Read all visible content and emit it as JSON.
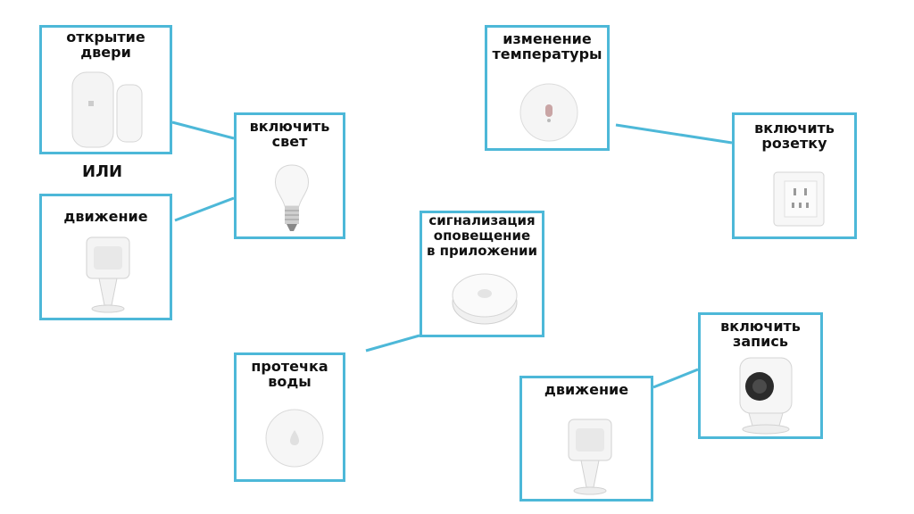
{
  "accent_color": "#4db8d8",
  "cards": {
    "door_open": {
      "label": "открытие\nдвери",
      "device_icon": "door-sensor-icon"
    },
    "motion_1": {
      "label": "движение",
      "device_icon": "motion-sensor-icon"
    },
    "light_on": {
      "label": "включить\nсвет",
      "device_icon": "light-bulb-icon"
    },
    "temp_change": {
      "label": "изменение\nтемпературы",
      "device_icon": "temperature-sensor-icon"
    },
    "socket_on": {
      "label": "включить\nрозетку",
      "device_icon": "wall-socket-icon"
    },
    "alarm_notify": {
      "label": "сигнализация\nоповещение\nв приложении",
      "device_icon": "gateway-hub-icon"
    },
    "water_leak": {
      "label": "протечка\nводы",
      "device_icon": "water-leak-sensor-icon"
    },
    "motion_2": {
      "label": "движение",
      "device_icon": "motion-sensor-icon"
    },
    "record_on": {
      "label": "включить\nзапись",
      "device_icon": "camera-icon"
    }
  },
  "or_label": "ИЛИ"
}
